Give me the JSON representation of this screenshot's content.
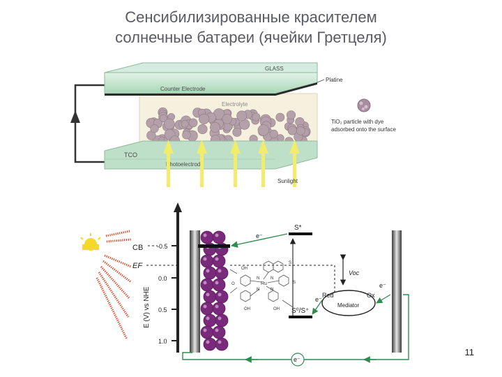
{
  "slide": {
    "title_line1": "Сенсибилизированные красителем",
    "title_line2": "солнечные батареи (ячейки Гретцеля)",
    "page_number": "11"
  },
  "cell_diagram": {
    "glass": "GLASS",
    "platine": "Platine",
    "counter_electrode": "Counter Electrode",
    "electrolyte": "Electrolyte",
    "particle_caption_line1": "TiO₂ particle with dye",
    "particle_caption_line2": "adsorbed onto the surface",
    "tco": "TCO",
    "photoelectrode": "Photoelectrode",
    "sunlight": "Sunlight"
  },
  "energy_diagram": {
    "y_axis_label": "E (V) vs NHE",
    "cb": "CB",
    "ef": "EF",
    "ticks": [
      "-0.5",
      "0.0",
      "0.5",
      "1.0"
    ],
    "s_star": "S*",
    "s_ground": "S⁰/S⁺",
    "e_minus": "e⁻",
    "voc": "Voc",
    "red": "Red",
    "ox": "Ox",
    "mediator": "Mediator"
  },
  "colors": {
    "glass": "#bfe0c8",
    "electrolyte": "#f6f0de",
    "particle": "#b4a0a8",
    "sunlight": "#f2ec6a",
    "dye": "#7a2a7a",
    "wire_green": "#2f8c4e",
    "title_text": "#5a5a64"
  }
}
